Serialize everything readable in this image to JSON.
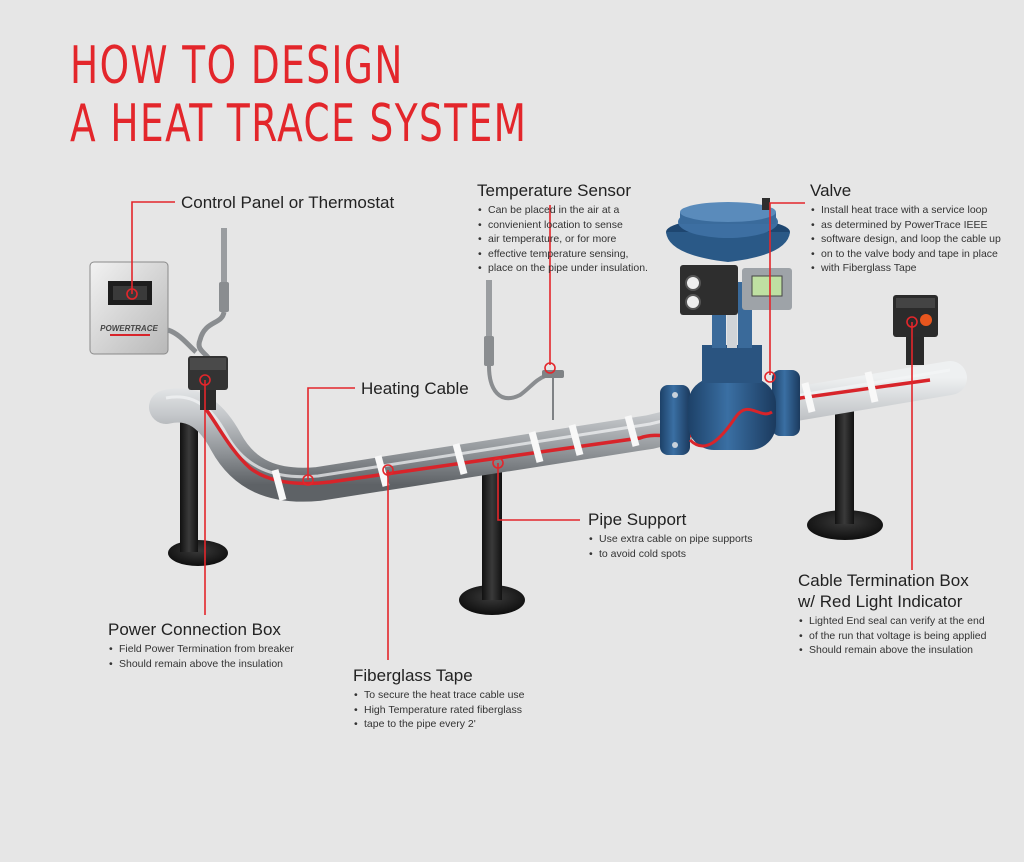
{
  "title": {
    "line1": "HOW TO DESIGN",
    "line2": "A HEAT TRACE SYSTEM"
  },
  "brand": {
    "panel_logo": "POWERTRACE"
  },
  "colors": {
    "accent": "#e3262b",
    "pipe": "#b9bcbf",
    "valve": "#2c5a86",
    "support": "#1f1f1f",
    "background": "#e6e6e6"
  },
  "callouts": {
    "control_panel": {
      "title": "Control Panel or Thermostat",
      "bullets": []
    },
    "temperature_sensor": {
      "title": "Temperature Sensor",
      "bullets": [
        "Can be placed in the air at a",
        "convienient location to sense",
        "air temperature, or for more",
        "effective temperature sensing,",
        "place on the pipe under insulation."
      ]
    },
    "valve": {
      "title": "Valve",
      "bullets": [
        "Install heat trace with a service loop",
        "as determined by PowerTrace IEEE",
        "software design, and loop the cable up",
        "on to the valve body and tape in place",
        "with Fiberglass Tape"
      ]
    },
    "heating_cable": {
      "title": "Heating Cable",
      "bullets": []
    },
    "pipe_support": {
      "title": "Pipe Support",
      "bullets": [
        "Use extra cable on pipe supports",
        "to avoid cold spots"
      ]
    },
    "cable_termination": {
      "title_line1": "Cable Termination Box",
      "title_line2": "w/ Red Light Indicator",
      "bullets": [
        "Lighted End seal can verify at the end",
        "of the run that voltage is being applied",
        "Should remain above the insulation"
      ]
    },
    "power_connection": {
      "title": "Power Connection Box",
      "bullets": [
        "Field Power Termination from breaker",
        "Should remain above the insulation"
      ]
    },
    "fiberglass_tape": {
      "title": "Fiberglass Tape",
      "bullets": [
        "To secure the heat trace cable use",
        "High Temperature rated fiberglass",
        "tape to the pipe every 2'"
      ]
    }
  }
}
